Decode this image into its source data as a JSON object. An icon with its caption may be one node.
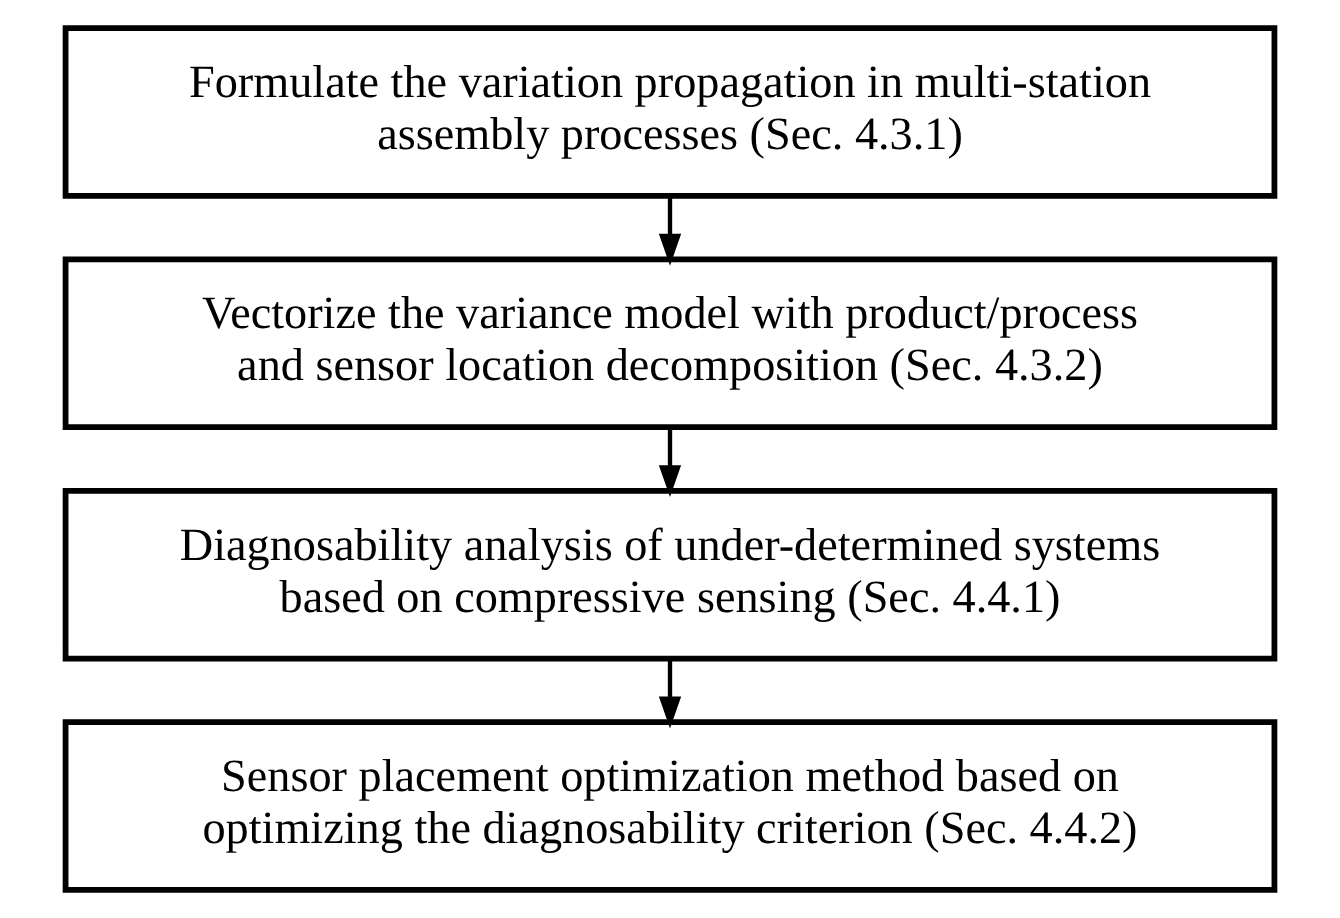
{
  "diagram": {
    "nodes": [
      {
        "text": [
          "Formulate the variation propagation in multi-station assembly processes (Sec. 4.3.1)"
        ]
      },
      {
        "text": [
          "Vectorize the variance model with product/process and sensor location decomposition (Sec. 4.3.2)"
        ]
      },
      {
        "text": [
          "Diagnosability analysis of under-determined systems based on compressive sensing (Sec. 4.4.1)"
        ]
      },
      {
        "text": [
          "Sensor placement optimization method based on optimizing the diagnosability criterion (Sec. 4.4.2)"
        ]
      }
    ],
    "edges": [
      {
        "from": 0,
        "to": 1,
        "arrow": "to"
      },
      {
        "from": 1,
        "to": 2,
        "arrow": "to"
      },
      {
        "from": 2,
        "to": 3,
        "arrow": "to"
      }
    ]
  }
}
